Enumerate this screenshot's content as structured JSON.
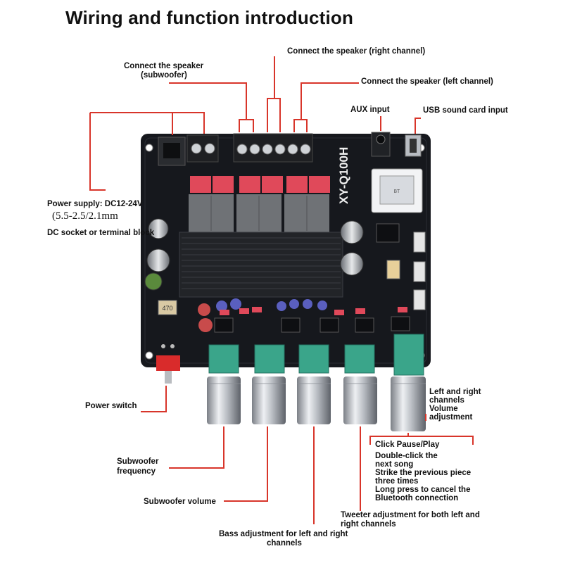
{
  "title": "Wiring and function introduction",
  "labels": {
    "speaker_sub_l1": "Connect the speaker",
    "speaker_sub_l2": "(subwoofer)",
    "speaker_right": "Connect the speaker (right channel)",
    "speaker_left": "Connect the speaker (left channel)",
    "aux": "AUX input",
    "usb": "USB sound card input",
    "power_l1": "Power supply: DC12-24V",
    "power_l2": "(5.5-2.5/2.1mm",
    "power_l3": "DC socket or terminal block",
    "power_switch": "Power switch",
    "sub_freq_l1": "Subwoofer",
    "sub_freq_l2": "frequency",
    "sub_vol": "Subwoofer volume",
    "bass_l1": "Bass adjustment for left and right",
    "bass_l2": "channels",
    "tweeter_l1": "Tweeter adjustment for both left and",
    "tweeter_l2": "right channels",
    "vol_l1": "Left and right",
    "vol_l2": "channels",
    "vol_l3": "Volume",
    "vol_l4": "adjustment",
    "play_l1": "Click Pause/Play",
    "play_l2": "Double-click the",
    "play_l3": "next song",
    "play_l4": "Strike the previous piece",
    "play_l5": "three times",
    "play_l6": "Long press to cancel the",
    "play_l7": "Bluetooth connection"
  },
  "board": {
    "model": "XY-Q100H",
    "cap_label": "470"
  },
  "colors": {
    "wire": "#d8352a",
    "board": "#16181d",
    "heatsink": "#222428",
    "terminal": "#1e1f22",
    "pot_green": "#3aa58a",
    "knob": "#c9ccd1"
  }
}
